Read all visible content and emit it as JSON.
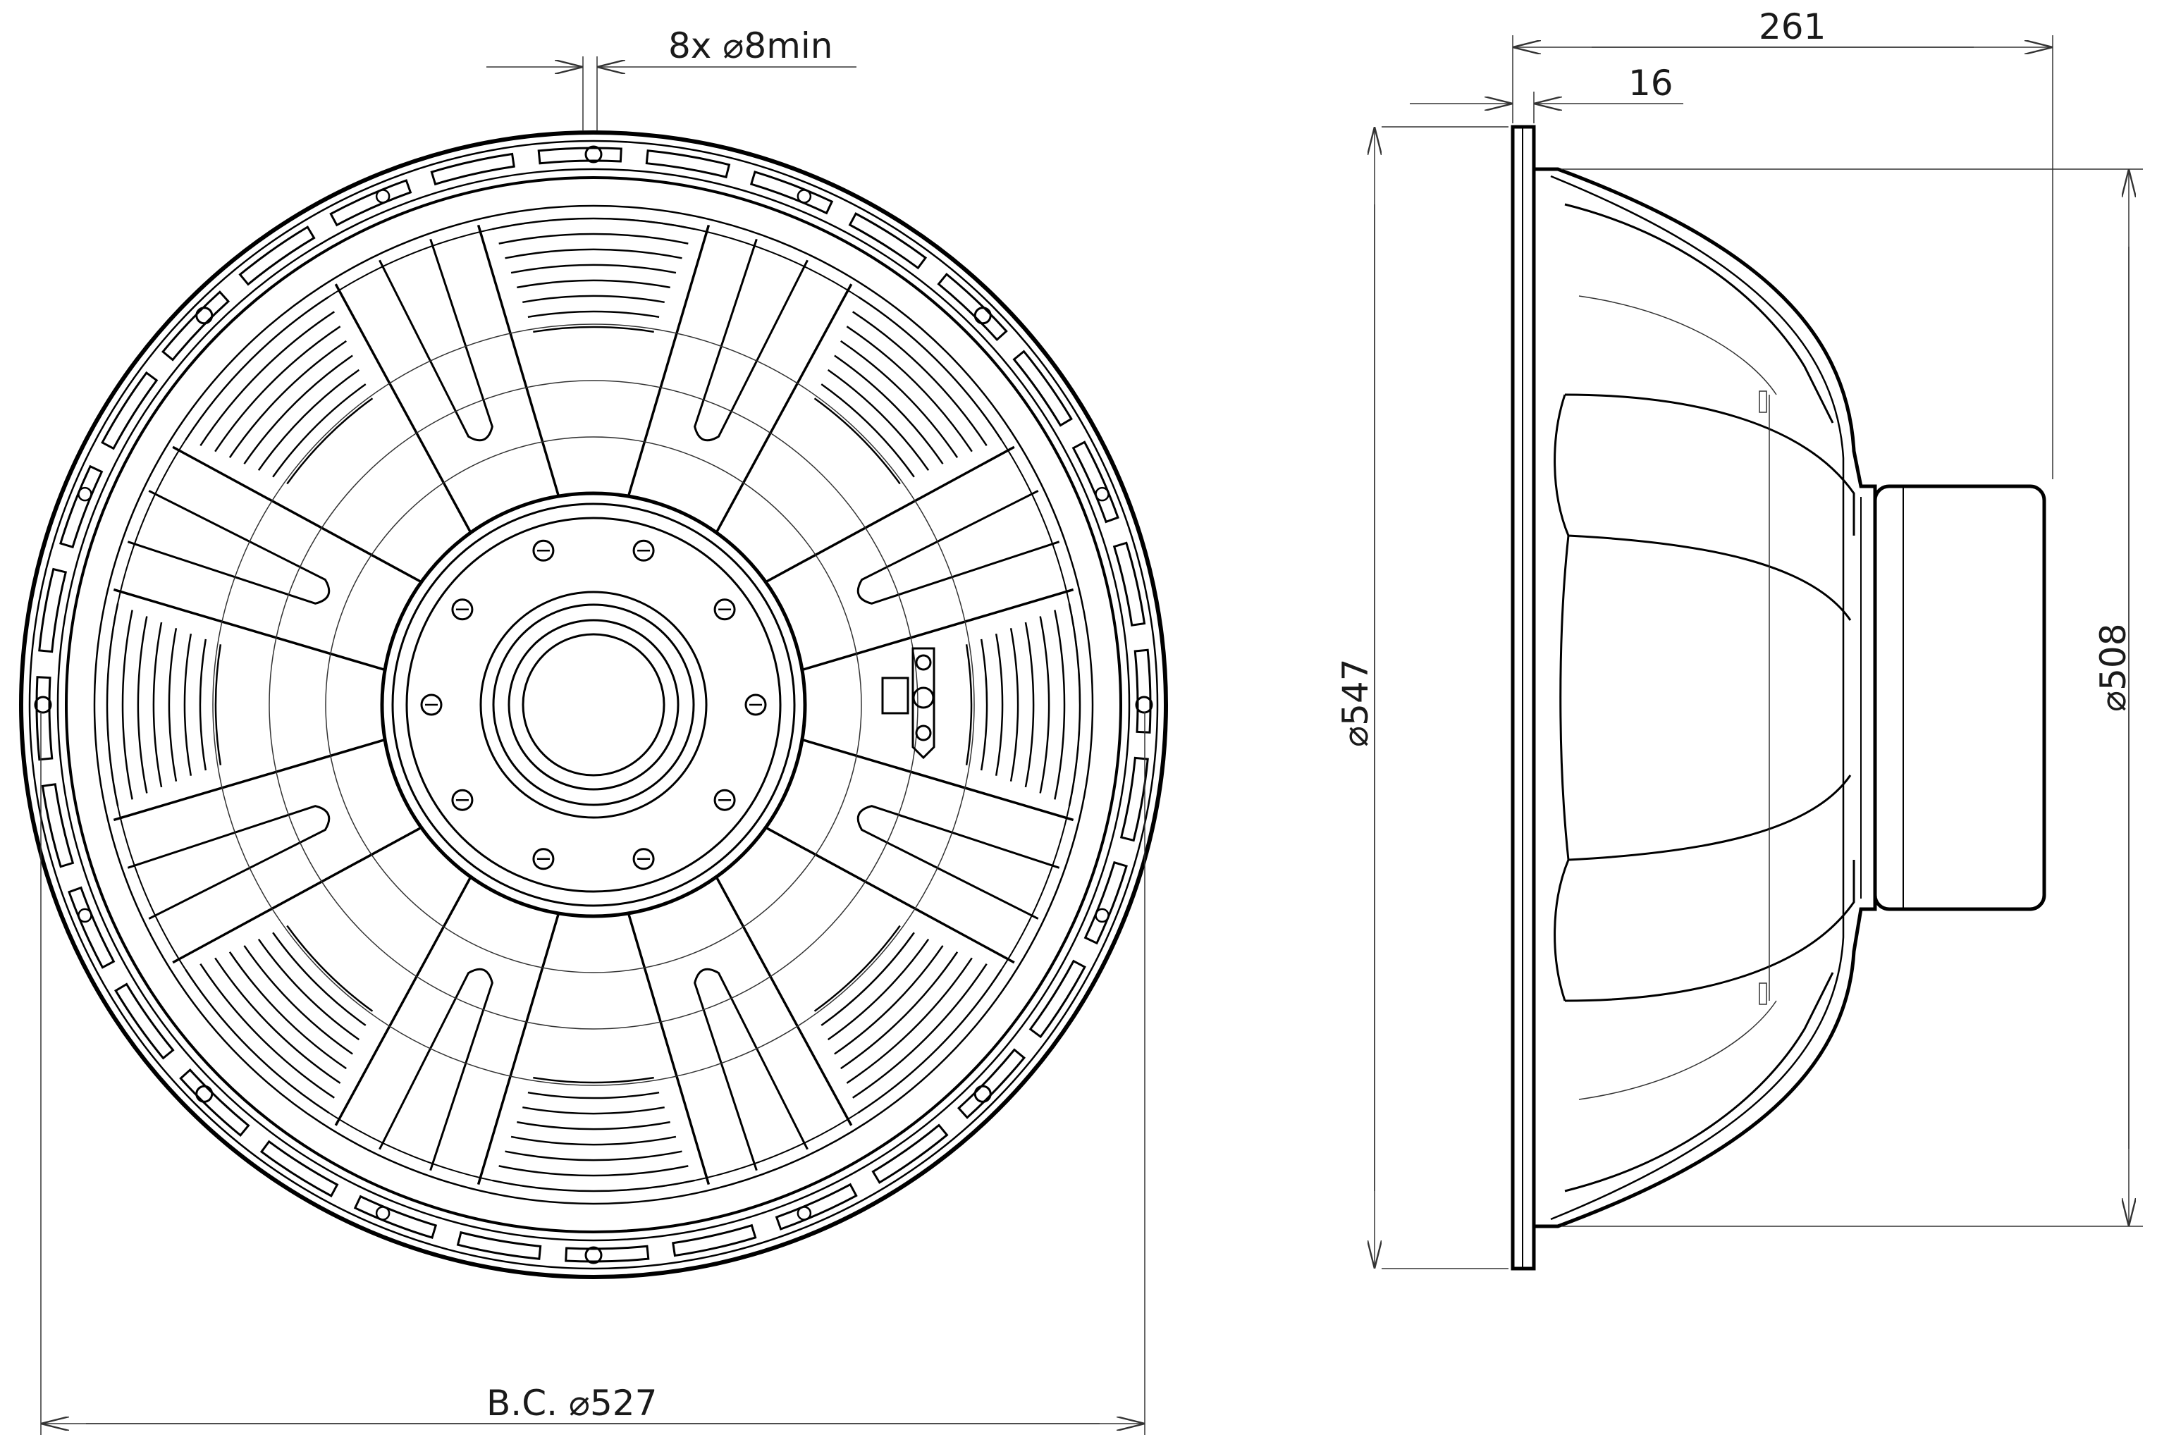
{
  "dimensions": {
    "holes": "8x ⌀8min",
    "bolt_circle": "B.C. ⌀527",
    "depth": "261",
    "flange": "16",
    "outer_diameter": "⌀547",
    "frame_diameter": "⌀508"
  },
  "colors": {
    "line": "#000000",
    "background": "#ffffff"
  }
}
